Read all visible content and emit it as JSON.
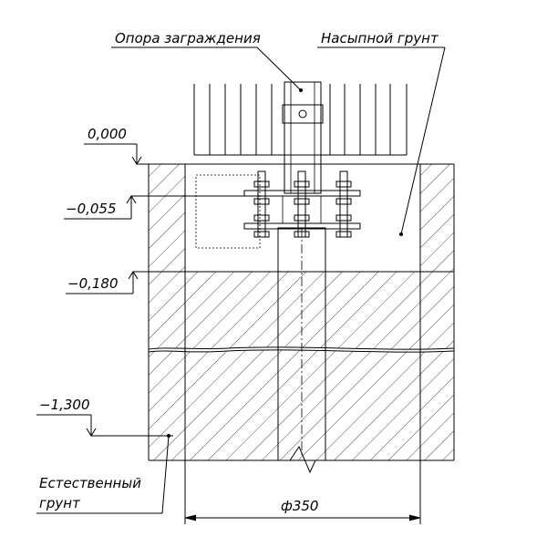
{
  "labels": {
    "fence_support": "Опора заграждения",
    "backfill_soil": "Насыпной грунт",
    "natural_soil_line1": "Естественный",
    "natural_soil_line2": "грунт",
    "diameter": "ф350"
  },
  "levels": [
    "0,000",
    "−0,055",
    "−0,180",
    "−1,300"
  ]
}
